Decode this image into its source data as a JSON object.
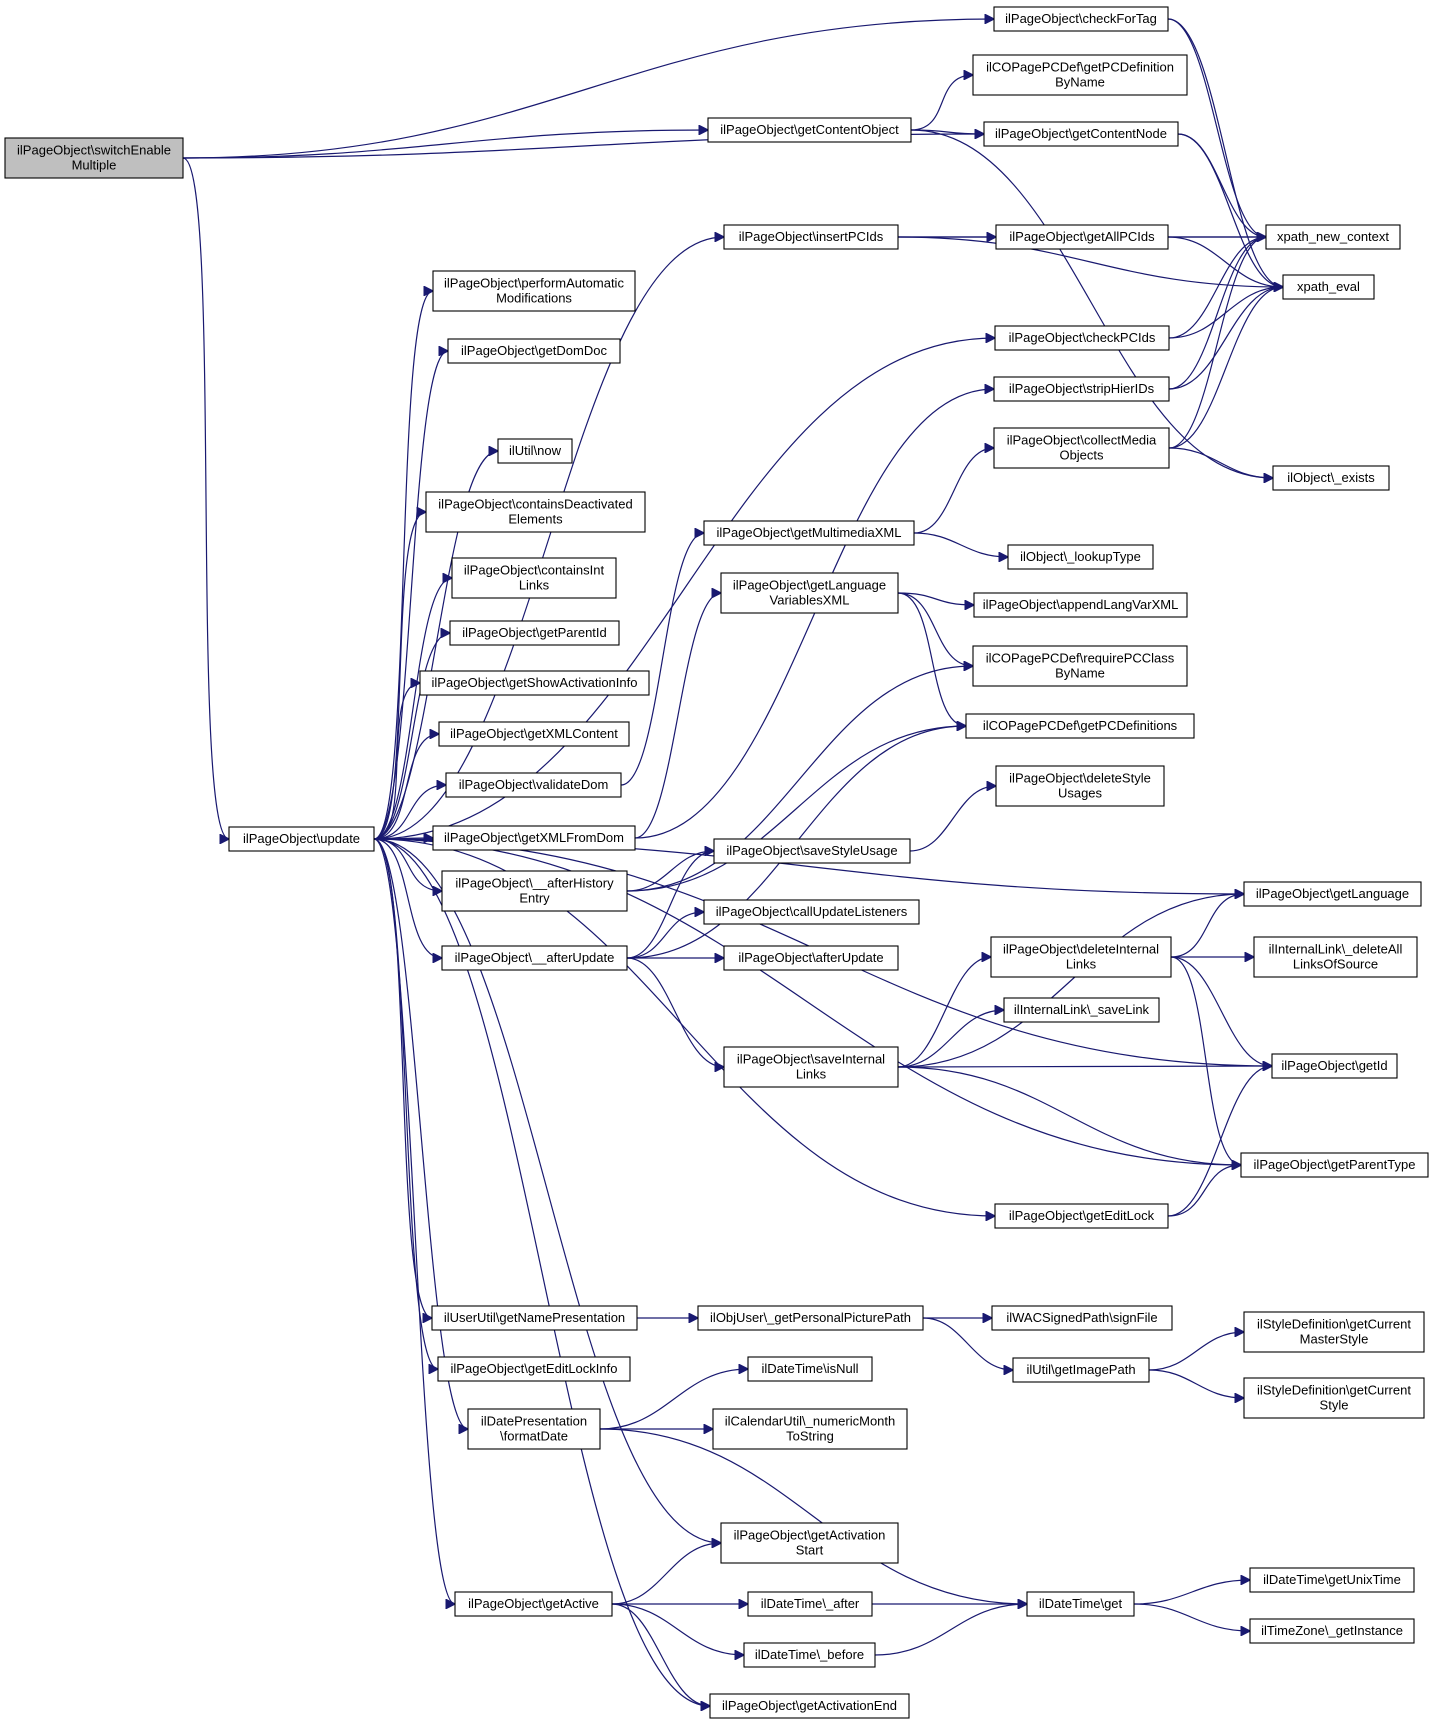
{
  "nodes": [
    {
      "id": "switch",
      "lines": [
        "ilPageObject\\switchEnable",
        "Multiple"
      ],
      "root": true
    },
    {
      "id": "update",
      "lines": [
        "ilPageObject\\update"
      ]
    },
    {
      "id": "checkForTag",
      "lines": [
        "ilPageObject\\checkForTag"
      ]
    },
    {
      "id": "getPCDefinitionByName",
      "lines": [
        "ilCOPagePCDef\\getPCDefinition",
        "ByName"
      ]
    },
    {
      "id": "getContentObject",
      "lines": [
        "ilPageObject\\getContentObject"
      ]
    },
    {
      "id": "getContentNode",
      "lines": [
        "ilPageObject\\getContentNode"
      ]
    },
    {
      "id": "insertPCIds",
      "lines": [
        "ilPageObject\\insertPCIds"
      ]
    },
    {
      "id": "getAllPCIds",
      "lines": [
        "ilPageObject\\getAllPCIds"
      ]
    },
    {
      "id": "xpath_new_context",
      "lines": [
        "xpath_new_context"
      ]
    },
    {
      "id": "xpath_eval",
      "lines": [
        "xpath_eval"
      ]
    },
    {
      "id": "performAutomatic",
      "lines": [
        "ilPageObject\\performAutomatic",
        "Modifications"
      ]
    },
    {
      "id": "getDomDoc",
      "lines": [
        "ilPageObject\\getDomDoc"
      ]
    },
    {
      "id": "checkPCIds",
      "lines": [
        "ilPageObject\\checkPCIds"
      ]
    },
    {
      "id": "stripHierIDs",
      "lines": [
        "ilPageObject\\stripHierIDs"
      ]
    },
    {
      "id": "utilNow",
      "lines": [
        "ilUtil\\now"
      ]
    },
    {
      "id": "collectMedia",
      "lines": [
        "ilPageObject\\collectMedia",
        "Objects"
      ]
    },
    {
      "id": "objectExists",
      "lines": [
        "ilObject\\_exists"
      ]
    },
    {
      "id": "containsDeactivated",
      "lines": [
        "ilPageObject\\containsDeactivated",
        "Elements"
      ]
    },
    {
      "id": "getMultimediaXML",
      "lines": [
        "ilPageObject\\getMultimediaXML"
      ]
    },
    {
      "id": "lookupType",
      "lines": [
        "ilObject\\_lookupType"
      ]
    },
    {
      "id": "containsIntLinks",
      "lines": [
        "ilPageObject\\containsInt",
        "Links"
      ]
    },
    {
      "id": "getLanguageVariablesXML",
      "lines": [
        "ilPageObject\\getLanguage",
        "VariablesXML"
      ]
    },
    {
      "id": "appendLangVarXML",
      "lines": [
        "ilPageObject\\appendLangVarXML"
      ]
    },
    {
      "id": "getParentId",
      "lines": [
        "ilPageObject\\getParentId"
      ]
    },
    {
      "id": "requirePCClass",
      "lines": [
        "ilCOPagePCDef\\requirePCClass",
        "ByName"
      ]
    },
    {
      "id": "getShowActivationInfo",
      "lines": [
        "ilPageObject\\getShowActivationInfo"
      ]
    },
    {
      "id": "getPCDefinitions",
      "lines": [
        "ilCOPagePCDef\\getPCDefinitions"
      ]
    },
    {
      "id": "getXMLContent",
      "lines": [
        "ilPageObject\\getXMLContent"
      ]
    },
    {
      "id": "validateDom",
      "lines": [
        "ilPageObject\\validateDom"
      ]
    },
    {
      "id": "deleteStyleUsages",
      "lines": [
        "ilPageObject\\deleteStyle",
        "Usages"
      ]
    },
    {
      "id": "getXMLFromDom",
      "lines": [
        "ilPageObject\\getXMLFromDom"
      ]
    },
    {
      "id": "saveStyleUsage",
      "lines": [
        "ilPageObject\\saveStyleUsage"
      ]
    },
    {
      "id": "afterHistoryEntry",
      "lines": [
        "ilPageObject\\__afterHistory",
        "Entry"
      ]
    },
    {
      "id": "getLanguage",
      "lines": [
        "ilPageObject\\getLanguage"
      ]
    },
    {
      "id": "callUpdateListeners",
      "lines": [
        "ilPageObject\\callUpdateListeners"
      ]
    },
    {
      "id": "deleteInternalLinks",
      "lines": [
        "ilPageObject\\deleteInternal",
        "Links"
      ]
    },
    {
      "id": "deleteAllLinksOfSource",
      "lines": [
        "ilInternalLink\\_deleteAll",
        "LinksOfSource"
      ]
    },
    {
      "id": "afterUpdatePriv",
      "lines": [
        "ilPageObject\\__afterUpdate"
      ]
    },
    {
      "id": "afterUpdate",
      "lines": [
        "ilPageObject\\afterUpdate"
      ]
    },
    {
      "id": "saveLink",
      "lines": [
        "ilInternalLink\\_saveLink"
      ]
    },
    {
      "id": "saveInternalLinks",
      "lines": [
        "ilPageObject\\saveInternal",
        "Links"
      ]
    },
    {
      "id": "getId",
      "lines": [
        "ilPageObject\\getId"
      ]
    },
    {
      "id": "getParentType",
      "lines": [
        "ilPageObject\\getParentType"
      ]
    },
    {
      "id": "getEditLock",
      "lines": [
        "ilPageObject\\getEditLock"
      ]
    },
    {
      "id": "getNamePresentation",
      "lines": [
        "ilUserUtil\\getNamePresentation"
      ]
    },
    {
      "id": "getPersonalPicturePath",
      "lines": [
        "ilObjUser\\_getPersonalPicturePath"
      ]
    },
    {
      "id": "signFile",
      "lines": [
        "ilWACSignedPath\\signFile"
      ]
    },
    {
      "id": "getCurrentMasterStyle",
      "lines": [
        "ilStyleDefinition\\getCurrent",
        "MasterStyle"
      ]
    },
    {
      "id": "getEditLockInfo",
      "lines": [
        "ilPageObject\\getEditLockInfo"
      ]
    },
    {
      "id": "getImagePath",
      "lines": [
        "ilUtil\\getImagePath"
      ]
    },
    {
      "id": "dtIsNull",
      "lines": [
        "ilDateTime\\isNull"
      ]
    },
    {
      "id": "getCurrentStyle",
      "lines": [
        "ilStyleDefinition\\getCurrent",
        "Style"
      ]
    },
    {
      "id": "formatDate",
      "lines": [
        "ilDatePresentation",
        "\\formatDate"
      ]
    },
    {
      "id": "numericMonth",
      "lines": [
        "ilCalendarUtil\\_numericMonth",
        "ToString"
      ]
    },
    {
      "id": "getActivationStart",
      "lines": [
        "ilPageObject\\getActivation",
        "Start"
      ]
    },
    {
      "id": "getUnixTime",
      "lines": [
        "ilDateTime\\getUnixTime"
      ]
    },
    {
      "id": "getActive",
      "lines": [
        "ilPageObject\\getActive"
      ]
    },
    {
      "id": "dtAfter",
      "lines": [
        "ilDateTime\\_after"
      ]
    },
    {
      "id": "dtGet",
      "lines": [
        "ilDateTime\\get"
      ]
    },
    {
      "id": "getInstance",
      "lines": [
        "ilTimeZone\\_getInstance"
      ]
    },
    {
      "id": "dtBefore",
      "lines": [
        "ilDateTime\\_before"
      ]
    },
    {
      "id": "getActivationEnd",
      "lines": [
        "ilPageObject\\getActivationEnd"
      ]
    }
  ],
  "edges": [
    [
      "switch",
      "checkForTag"
    ],
    [
      "switch",
      "getContentObject"
    ],
    [
      "switch",
      "getContentNode"
    ],
    [
      "switch",
      "update"
    ],
    [
      "getContentObject",
      "getPCDefinitionByName"
    ],
    [
      "getContentObject",
      "getContentNode"
    ],
    [
      "getContentObject",
      "objectExists"
    ],
    [
      "checkForTag",
      "xpath_new_context"
    ],
    [
      "checkForTag",
      "xpath_eval"
    ],
    [
      "getContentNode",
      "xpath_new_context"
    ],
    [
      "getContentNode",
      "xpath_eval"
    ],
    [
      "insertPCIds",
      "xpath_new_context"
    ],
    [
      "insertPCIds",
      "getAllPCIds"
    ],
    [
      "insertPCIds",
      "xpath_eval"
    ],
    [
      "getAllPCIds",
      "xpath_new_context"
    ],
    [
      "getAllPCIds",
      "xpath_eval"
    ],
    [
      "checkPCIds",
      "xpath_new_context"
    ],
    [
      "checkPCIds",
      "xpath_eval"
    ],
    [
      "stripHierIDs",
      "xpath_new_context"
    ],
    [
      "stripHierIDs",
      "xpath_eval"
    ],
    [
      "collectMedia",
      "xpath_new_context"
    ],
    [
      "collectMedia",
      "xpath_eval"
    ],
    [
      "collectMedia",
      "objectExists"
    ],
    [
      "getMultimediaXML",
      "collectMedia"
    ],
    [
      "getMultimediaXML",
      "lookupType"
    ],
    [
      "getLanguageVariablesXML",
      "appendLangVarXML"
    ],
    [
      "getLanguageVariablesXML",
      "requirePCClass"
    ],
    [
      "getLanguageVariablesXML",
      "getPCDefinitions"
    ],
    [
      "update",
      "insertPCIds"
    ],
    [
      "update",
      "performAutomatic"
    ],
    [
      "update",
      "getDomDoc"
    ],
    [
      "update",
      "checkPCIds"
    ],
    [
      "update",
      "utilNow"
    ],
    [
      "update",
      "containsDeactivated"
    ],
    [
      "update",
      "containsIntLinks"
    ],
    [
      "update",
      "getParentId"
    ],
    [
      "update",
      "getShowActivationInfo"
    ],
    [
      "update",
      "getXMLContent"
    ],
    [
      "update",
      "validateDom"
    ],
    [
      "update",
      "getXMLFromDom"
    ],
    [
      "update",
      "afterHistoryEntry"
    ],
    [
      "update",
      "afterUpdatePriv"
    ],
    [
      "update",
      "getLanguage"
    ],
    [
      "update",
      "getId"
    ],
    [
      "update",
      "getEditLock"
    ],
    [
      "update",
      "getParentType"
    ],
    [
      "update",
      "getNamePresentation"
    ],
    [
      "update",
      "getEditLockInfo"
    ],
    [
      "update",
      "formatDate"
    ],
    [
      "update",
      "getActivationStart"
    ],
    [
      "update",
      "getActive"
    ],
    [
      "update",
      "getActivationEnd"
    ],
    [
      "validateDom",
      "getMultimediaXML"
    ],
    [
      "getXMLFromDom",
      "getLanguageVariablesXML"
    ],
    [
      "getXMLFromDom",
      "stripHierIDs"
    ],
    [
      "afterHistoryEntry",
      "saveStyleUsage"
    ],
    [
      "afterHistoryEntry",
      "requirePCClass"
    ],
    [
      "afterHistoryEntry",
      "getPCDefinitions"
    ],
    [
      "saveStyleUsage",
      "deleteStyleUsages"
    ],
    [
      "afterUpdatePriv",
      "saveStyleUsage"
    ],
    [
      "afterUpdatePriv",
      "callUpdateListeners"
    ],
    [
      "afterUpdatePriv",
      "afterUpdate"
    ],
    [
      "afterUpdatePriv",
      "saveInternalLinks"
    ],
    [
      "afterUpdatePriv",
      "getPCDefinitions"
    ],
    [
      "saveInternalLinks",
      "deleteInternalLinks"
    ],
    [
      "saveInternalLinks",
      "saveLink"
    ],
    [
      "saveInternalLinks",
      "getId"
    ],
    [
      "saveInternalLinks",
      "getParentType"
    ],
    [
      "saveInternalLinks",
      "getLanguage"
    ],
    [
      "deleteInternalLinks",
      "getLanguage"
    ],
    [
      "deleteInternalLinks",
      "deleteAllLinksOfSource"
    ],
    [
      "deleteInternalLinks",
      "getId"
    ],
    [
      "deleteInternalLinks",
      "getParentType"
    ],
    [
      "getEditLock",
      "getId"
    ],
    [
      "getEditLock",
      "getParentType"
    ],
    [
      "getNamePresentation",
      "getPersonalPicturePath"
    ],
    [
      "getPersonalPicturePath",
      "signFile"
    ],
    [
      "getPersonalPicturePath",
      "getImagePath"
    ],
    [
      "getImagePath",
      "getCurrentMasterStyle"
    ],
    [
      "getImagePath",
      "getCurrentStyle"
    ],
    [
      "formatDate",
      "dtIsNull"
    ],
    [
      "formatDate",
      "numericMonth"
    ],
    [
      "formatDate",
      "dtGet"
    ],
    [
      "getActive",
      "getActivationStart"
    ],
    [
      "getActive",
      "dtAfter"
    ],
    [
      "getActive",
      "dtBefore"
    ],
    [
      "getActive",
      "getActivationEnd"
    ],
    [
      "dtAfter",
      "dtGet"
    ],
    [
      "dtBefore",
      "dtGet"
    ],
    [
      "dtGet",
      "getUnixTime"
    ],
    [
      "dtGet",
      "getInstance"
    ]
  ]
}
